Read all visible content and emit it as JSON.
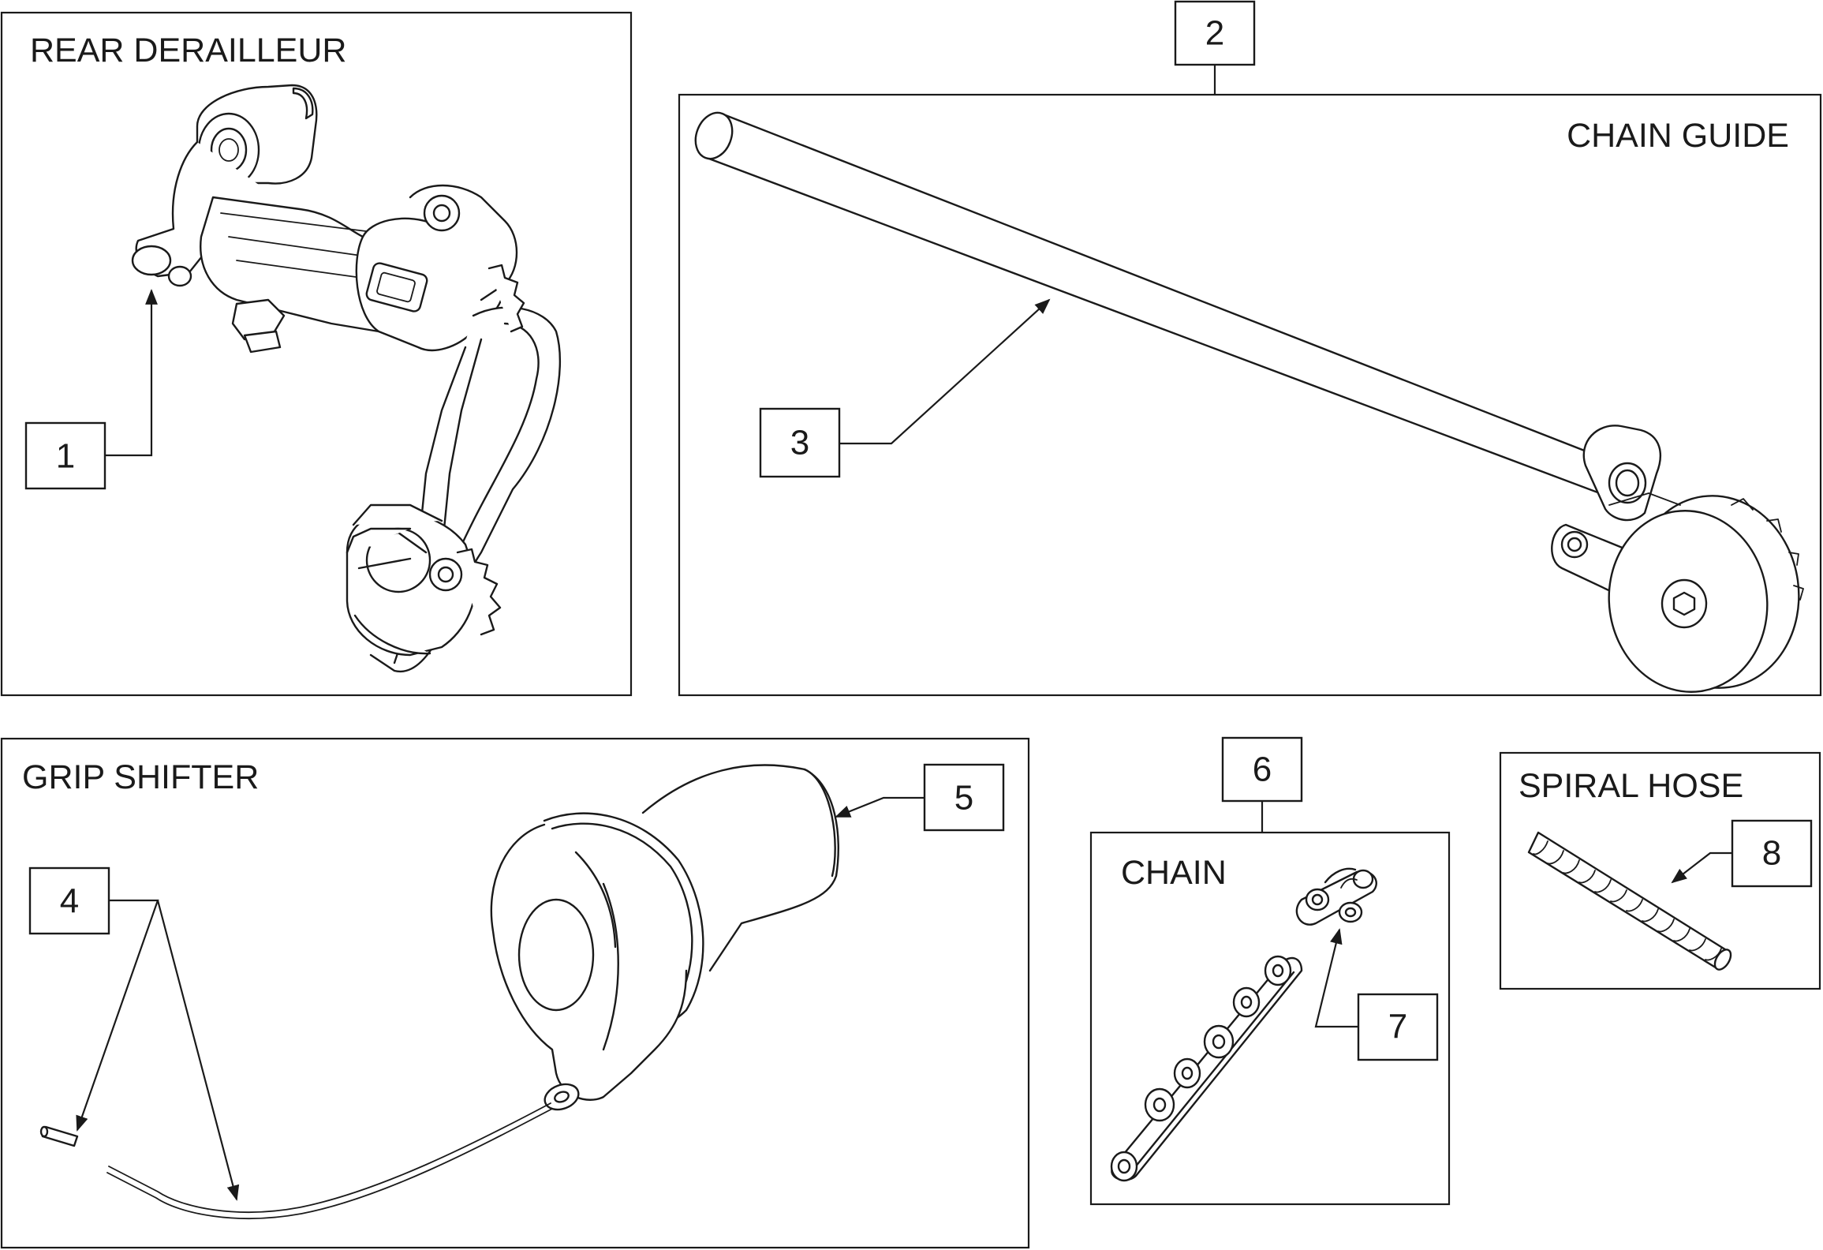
{
  "panels": {
    "rear_derailleur": {
      "title": "REAR DERAILLEUR"
    },
    "chain_guide": {
      "title": "CHAIN GUIDE"
    },
    "grip_shifter": {
      "title": "GRIP SHIFTER"
    },
    "chain": {
      "title": "CHAIN"
    },
    "spiral_hose": {
      "title": "SPIRAL HOSE"
    }
  },
  "callouts": {
    "c1": "1",
    "c2": "2",
    "c3": "3",
    "c4": "4",
    "c5": "5",
    "c6": "6",
    "c7": "7",
    "c8": "8"
  }
}
